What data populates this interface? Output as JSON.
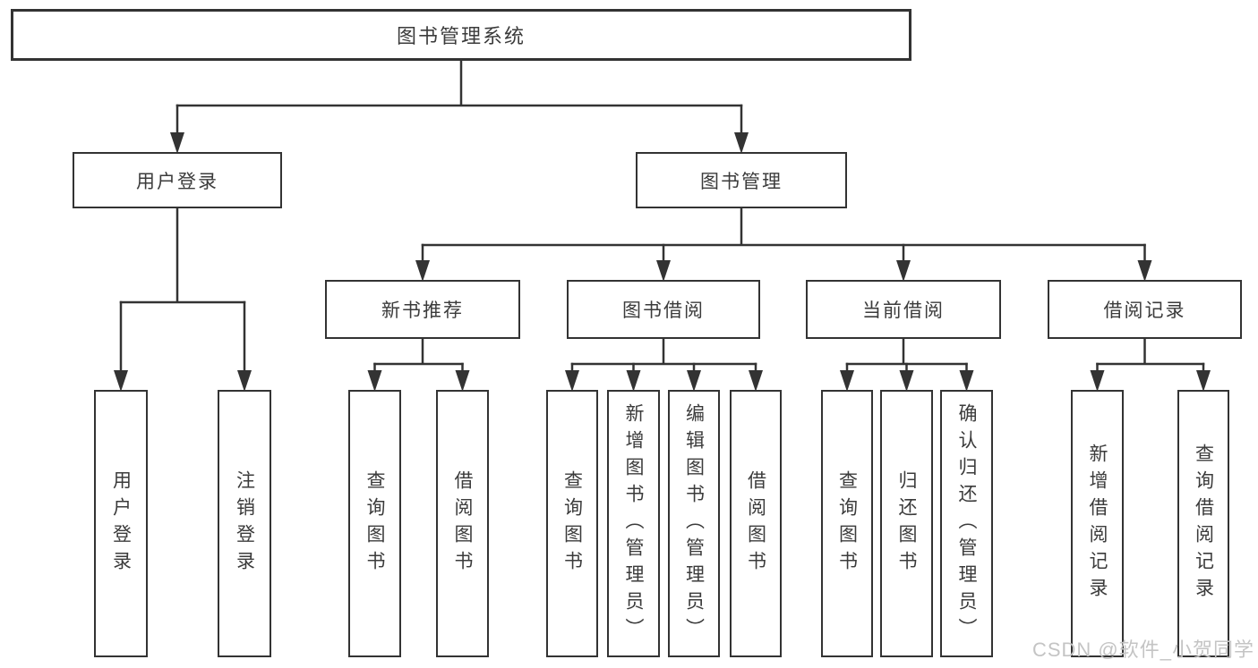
{
  "nodes": [
    {
      "id": "root",
      "label": "图书管理系统"
    },
    {
      "id": "user-login",
      "label": "用户登录"
    },
    {
      "id": "book-mgmt",
      "label": "图书管理"
    },
    {
      "id": "new-book-rec",
      "label": "新书推荐"
    },
    {
      "id": "book-borrow",
      "label": "图书借阅"
    },
    {
      "id": "current-borrow",
      "label": "当前借阅"
    },
    {
      "id": "borrow-record",
      "label": "借阅记录"
    },
    {
      "id": "leaf-user-login",
      "label": "用户登录"
    },
    {
      "id": "leaf-logout",
      "label": "注销登录"
    },
    {
      "id": "leaf-nbr-query",
      "label": "查询图书"
    },
    {
      "id": "leaf-nbr-borrow",
      "label": "借阅图书"
    },
    {
      "id": "leaf-bb-query",
      "label": "查询图书"
    },
    {
      "id": "leaf-bb-add",
      "label": "新增图书（管理员）"
    },
    {
      "id": "leaf-bb-edit",
      "label": "编辑图书（管理员）"
    },
    {
      "id": "leaf-bb-borrow",
      "label": "借阅图书"
    },
    {
      "id": "leaf-cb-query",
      "label": "查询图书"
    },
    {
      "id": "leaf-cb-return",
      "label": "归还图书"
    },
    {
      "id": "leaf-cb-confirm",
      "label": "确认归还（管理员）"
    },
    {
      "id": "leaf-br-add",
      "label": "新增借阅记录"
    },
    {
      "id": "leaf-br-query",
      "label": "查询借阅记录"
    }
  ],
  "hierarchy": [
    {
      "parent": "root",
      "children": [
        "user-login",
        "book-mgmt"
      ]
    },
    {
      "parent": "user-login",
      "children": [
        "leaf-user-login",
        "leaf-logout"
      ]
    },
    {
      "parent": "book-mgmt",
      "children": [
        "new-book-rec",
        "book-borrow",
        "current-borrow",
        "borrow-record"
      ]
    },
    {
      "parent": "new-book-rec",
      "children": [
        "leaf-nbr-query",
        "leaf-nbr-borrow"
      ]
    },
    {
      "parent": "book-borrow",
      "children": [
        "leaf-bb-query",
        "leaf-bb-add",
        "leaf-bb-edit",
        "leaf-bb-borrow"
      ]
    },
    {
      "parent": "current-borrow",
      "children": [
        "leaf-cb-query",
        "leaf-cb-return",
        "leaf-cb-confirm"
      ]
    },
    {
      "parent": "borrow-record",
      "children": [
        "leaf-br-add",
        "leaf-br-query"
      ]
    }
  ],
  "watermark": {
    "text": "CSDN @软件_小贺同学"
  },
  "colors": {
    "line": "#333333",
    "text": "#3b3b3b",
    "watermark": "#c4c4c4",
    "background": "#ffffff"
  }
}
